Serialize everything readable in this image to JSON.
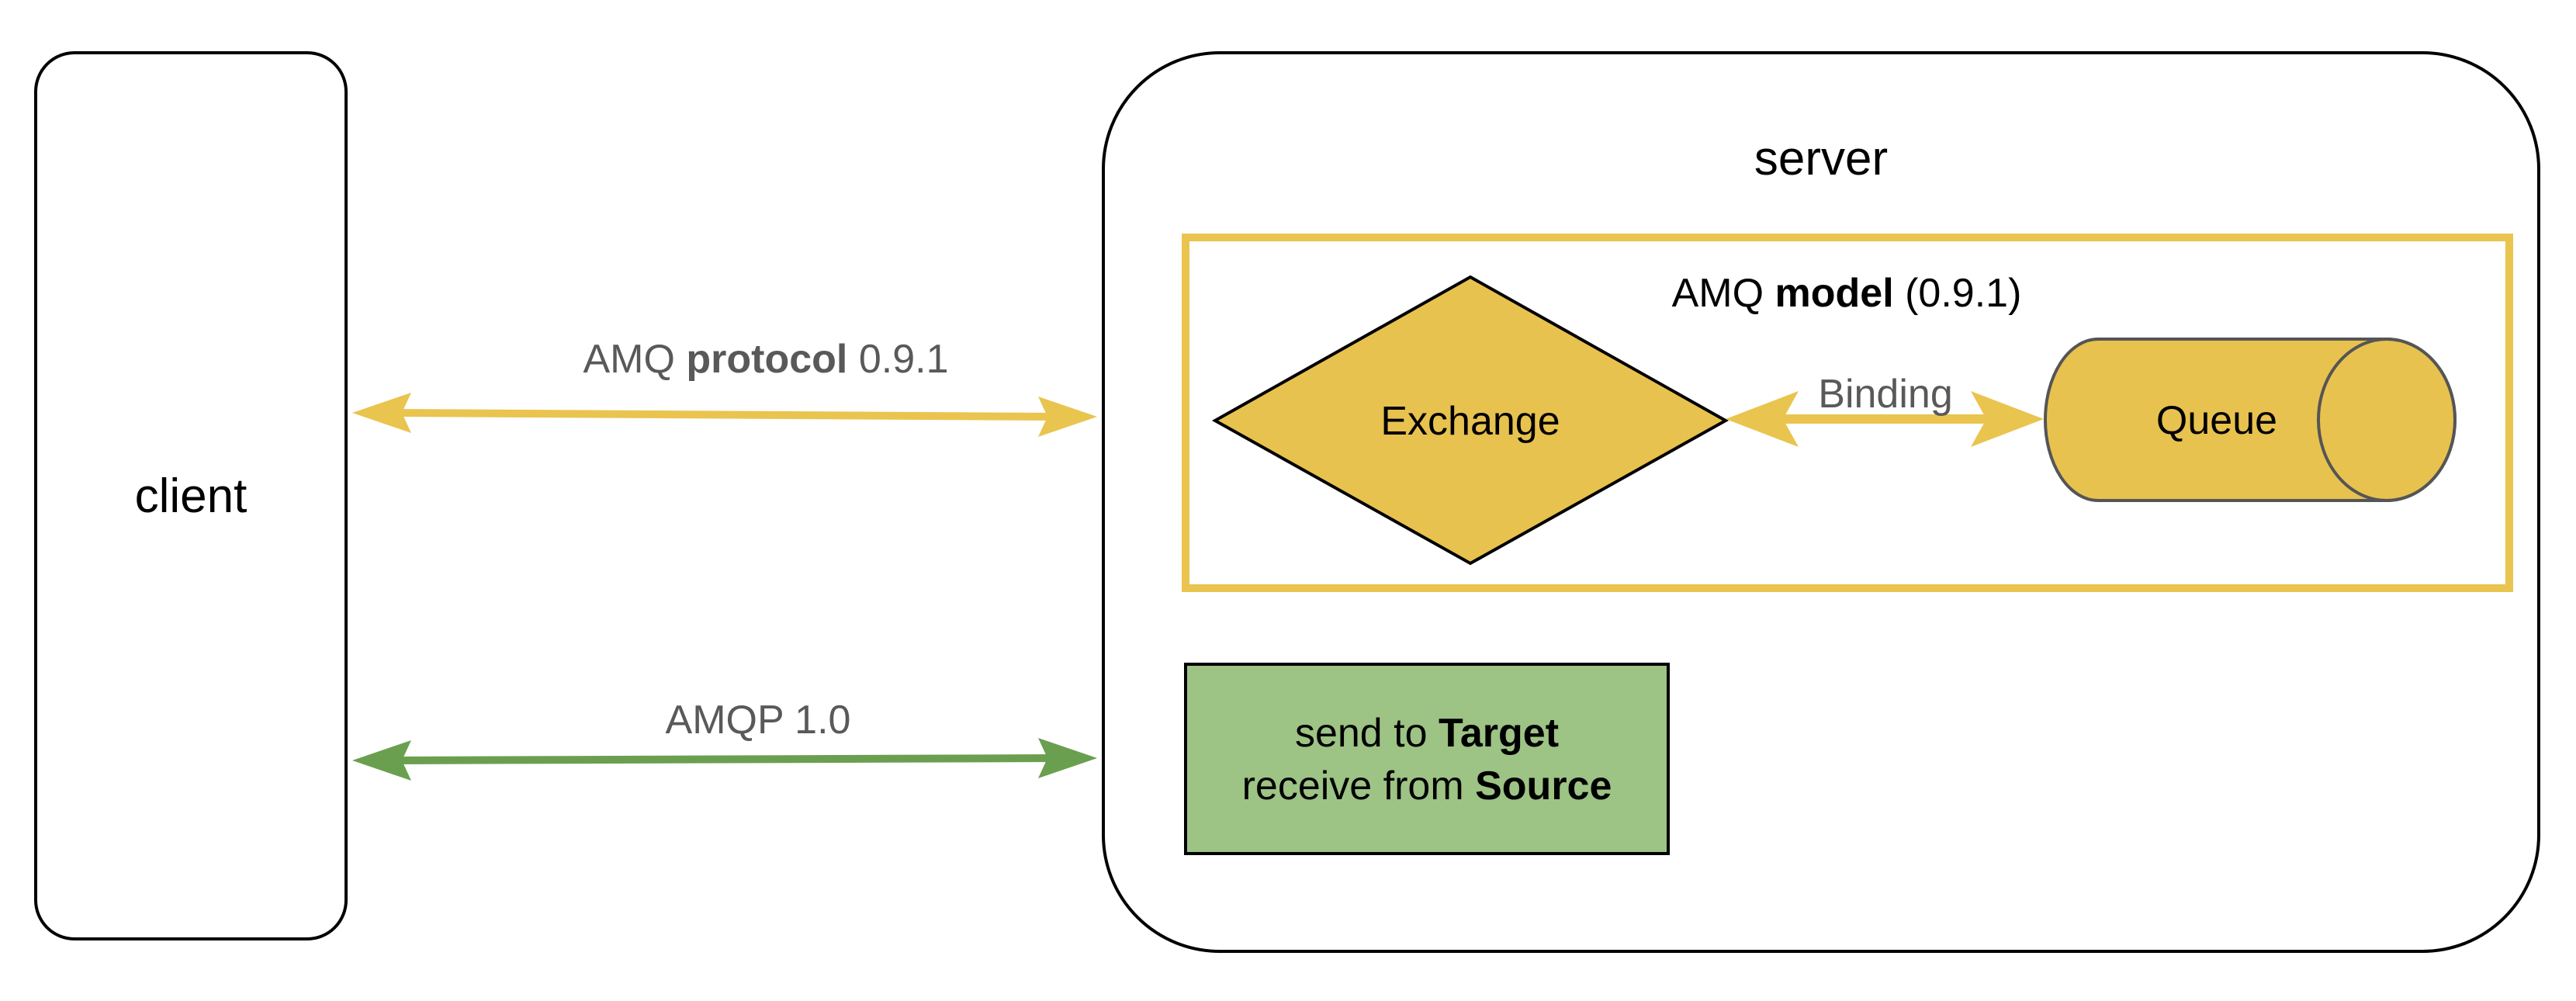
{
  "client": {
    "label": "client"
  },
  "server": {
    "label": "server"
  },
  "model_box": {
    "label_prefix": "AMQ ",
    "label_bold": "model",
    "label_suffix": " (0.9.1)"
  },
  "exchange": {
    "label": "Exchange"
  },
  "queue": {
    "label": "Queue"
  },
  "binding": {
    "label": "Binding"
  },
  "protocol_link": {
    "label_prefix": "AMQ ",
    "label_bold": "protocol",
    "label_suffix": " 0.9.1"
  },
  "amqp10_link": {
    "label": "AMQP 1.0"
  },
  "link_box": {
    "line1_prefix": "send to ",
    "line1_bold": "Target",
    "line2_prefix": "receive from ",
    "line2_bold": "Source"
  },
  "colors": {
    "yellow": "#e9c44f",
    "yellow_fill": "#e8c24f",
    "green": "#6a9f4f",
    "green_fill": "#9dc385",
    "outline": "#000000",
    "queue_outline": "#555555"
  }
}
